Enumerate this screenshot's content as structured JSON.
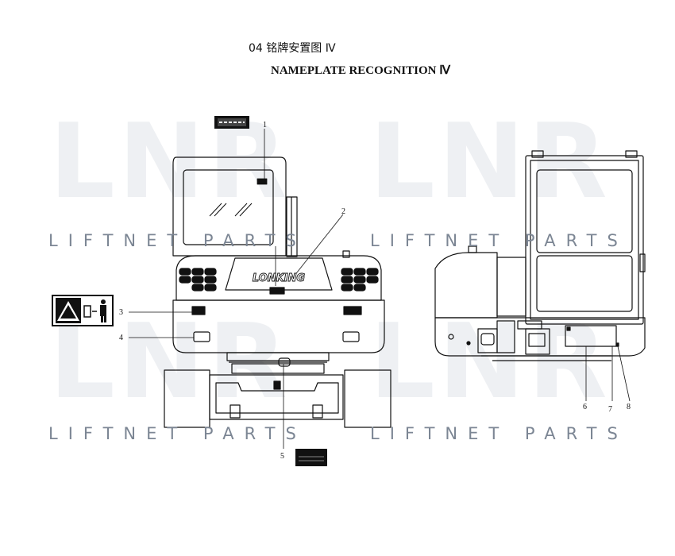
{
  "title": {
    "chinese": "04 铭牌安置图 Ⅳ",
    "english": "NAMEPLATE RECOGNITION Ⅳ"
  },
  "watermark": {
    "logo_text": "LNR",
    "brand_text": "LIFTNET PARTS"
  },
  "machine": {
    "brand_plate": "LONKING"
  },
  "callouts": [
    "1",
    "2",
    "3",
    "4",
    "5",
    "6",
    "7",
    "8"
  ],
  "colors": {
    "line": "#111111",
    "watermark_logo": "#eef0f3",
    "watermark_text": "#7c8694"
  }
}
